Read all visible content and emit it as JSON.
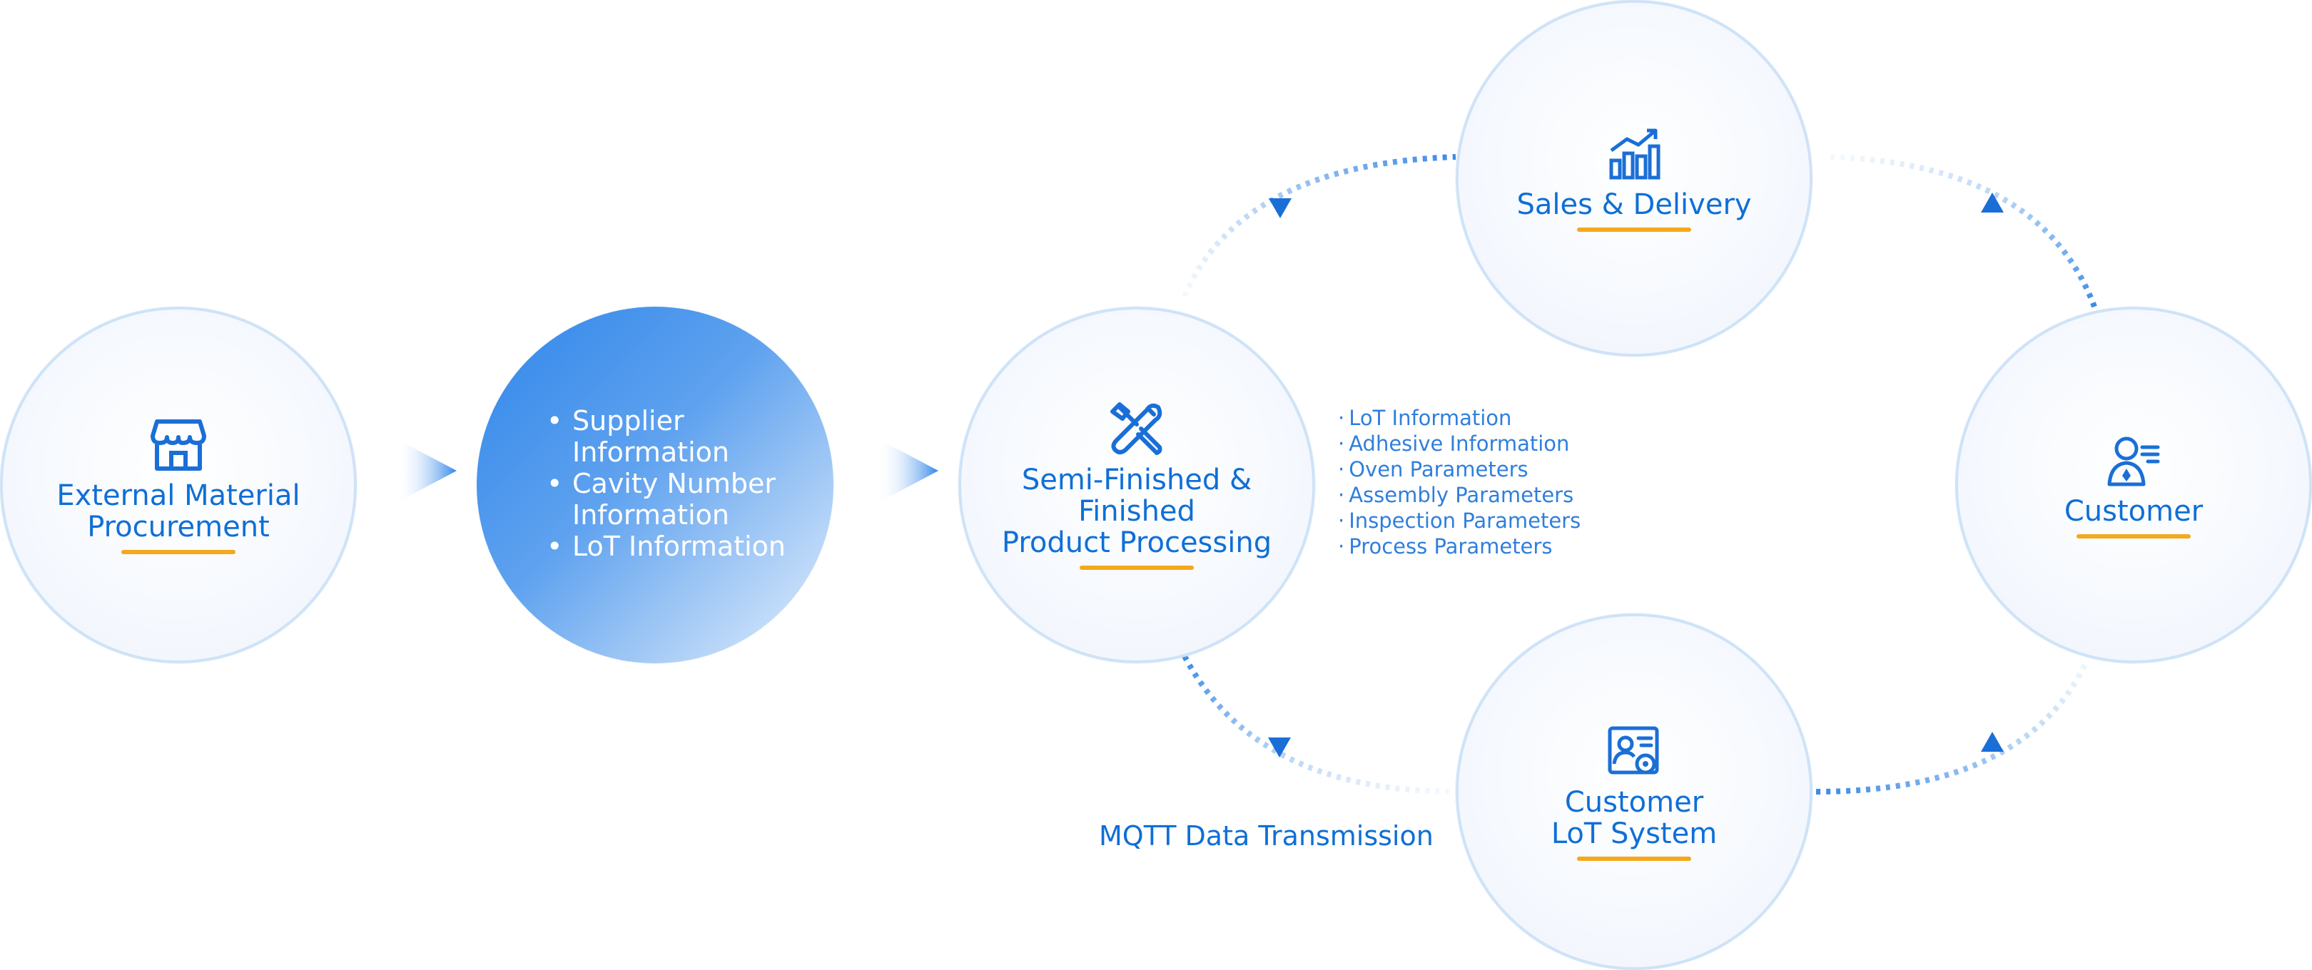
{
  "colors": {
    "primary_blue": "#0f6fd6",
    "accent_underline": "#f4a81d",
    "circle_border": "#cfe3f7",
    "feature_gradient_start": "#2f86ea"
  },
  "nodes": {
    "external": {
      "title": "External Material\nProcurement",
      "icon": "storefront-icon"
    },
    "supplier": {
      "bullets": [
        "Supplier\nInformation",
        "Cavity Number\nInformation",
        "LoT Information"
      ]
    },
    "processing": {
      "title": "Semi-Finished &\nFinished\nProduct Processing",
      "icon": "crossed-tools-icon"
    },
    "sales": {
      "title": "Sales & Delivery",
      "icon": "bar-chart-growth-icon"
    },
    "customer": {
      "title": "Customer",
      "icon": "customer-person-icon"
    },
    "customer_lot": {
      "title": "Customer\nLoT System",
      "icon": "user-settings-card-icon"
    }
  },
  "processing_params": [
    "LoT Information",
    "Adhesive Information",
    "Oven Parameters",
    "Assembly Parameters",
    "Inspection Parameters",
    "Process Parameters"
  ],
  "caption": "MQTT Data Transmission"
}
